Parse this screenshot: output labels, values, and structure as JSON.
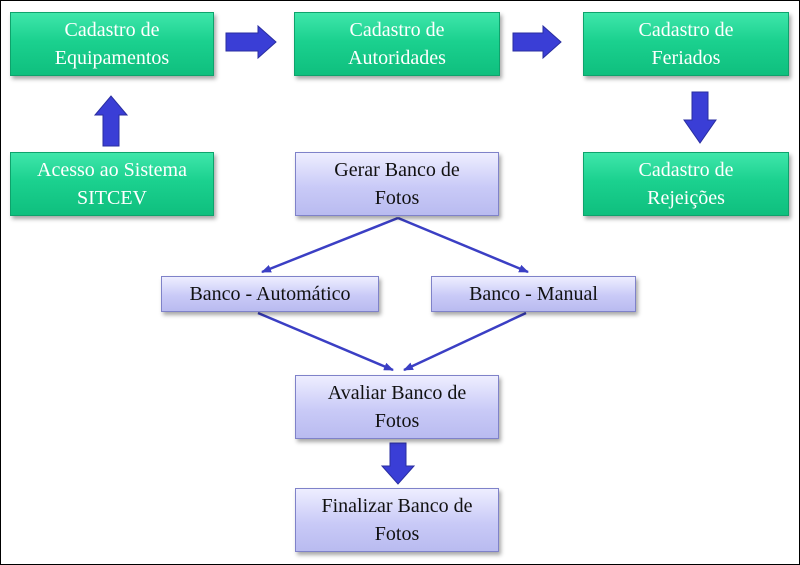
{
  "diagram": {
    "nodes": {
      "cadastro_equipamentos": "Cadastro de\nEquipamentos",
      "cadastro_autoridades": "Cadastro de\nAutoridades",
      "cadastro_feriados": "Cadastro de\nFeriados",
      "acesso_sistema": "Acesso ao Sistema\nSITCEV",
      "gerar_banco": "Gerar Banco de\nFotos",
      "cadastro_rejeicoes": "Cadastro de\nRejeições",
      "banco_automatico": "Banco - Automático",
      "banco_manual": "Banco - Manual",
      "avaliar_banco": "Avaliar Banco de\nFotos",
      "finalizar_banco": "Finalizar Banco de\nFotos"
    },
    "colors": {
      "green_fill": "#1bd18f",
      "purple_fill": "#c9caf7",
      "block_arrow": "#3a3ed6",
      "line_arrow": "#3b3fc4"
    }
  }
}
